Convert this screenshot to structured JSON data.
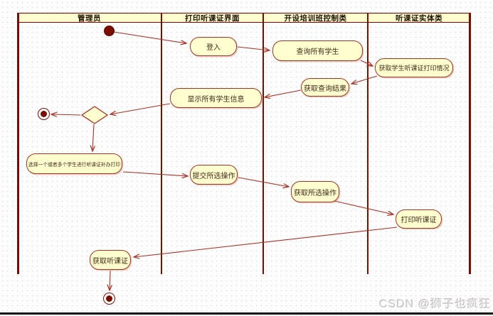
{
  "diagram": {
    "type": "uml-activity-swimlane",
    "lanes": [
      {
        "title": "管理员"
      },
      {
        "title": "打印听课证界面"
      },
      {
        "title": "开设培训班控制类"
      },
      {
        "title": "听课证实体类"
      }
    ],
    "nodes": {
      "login": "登入",
      "query_all_students": "查询所有学生",
      "get_print_status": "获取学生听课证打印情况",
      "get_query_result": "获取查询结果",
      "display_all_students": "显示所有学生信息",
      "select_students": "选择一个或者多个学生进行听课证补办打印",
      "submit_selected": "提交所选操作",
      "get_selected": "获取所选操作",
      "print_card": "打印听课证",
      "get_card": "获取听课证"
    },
    "edges": [
      {
        "from": "start",
        "to": "login"
      },
      {
        "from": "login",
        "to": "query_all_students"
      },
      {
        "from": "query_all_students",
        "to": "get_print_status"
      },
      {
        "from": "get_print_status",
        "to": "get_query_result"
      },
      {
        "from": "get_query_result",
        "to": "display_all_students"
      },
      {
        "from": "display_all_students",
        "to": "decision"
      },
      {
        "from": "decision",
        "to": "final_top"
      },
      {
        "from": "decision",
        "to": "select_students"
      },
      {
        "from": "select_students",
        "to": "submit_selected"
      },
      {
        "from": "submit_selected",
        "to": "get_selected"
      },
      {
        "from": "get_selected",
        "to": "print_card"
      },
      {
        "from": "print_card",
        "to": "get_card"
      },
      {
        "from": "get_card",
        "to": "final_bottom"
      }
    ],
    "colors": {
      "node_fill": "#FEFECE",
      "node_border": "#A93226",
      "lane_line": "#7B0C00",
      "arrow": "#A93226",
      "start_final": "#7B0C00"
    },
    "watermark": "CSDN @狮子也疯狂"
  }
}
